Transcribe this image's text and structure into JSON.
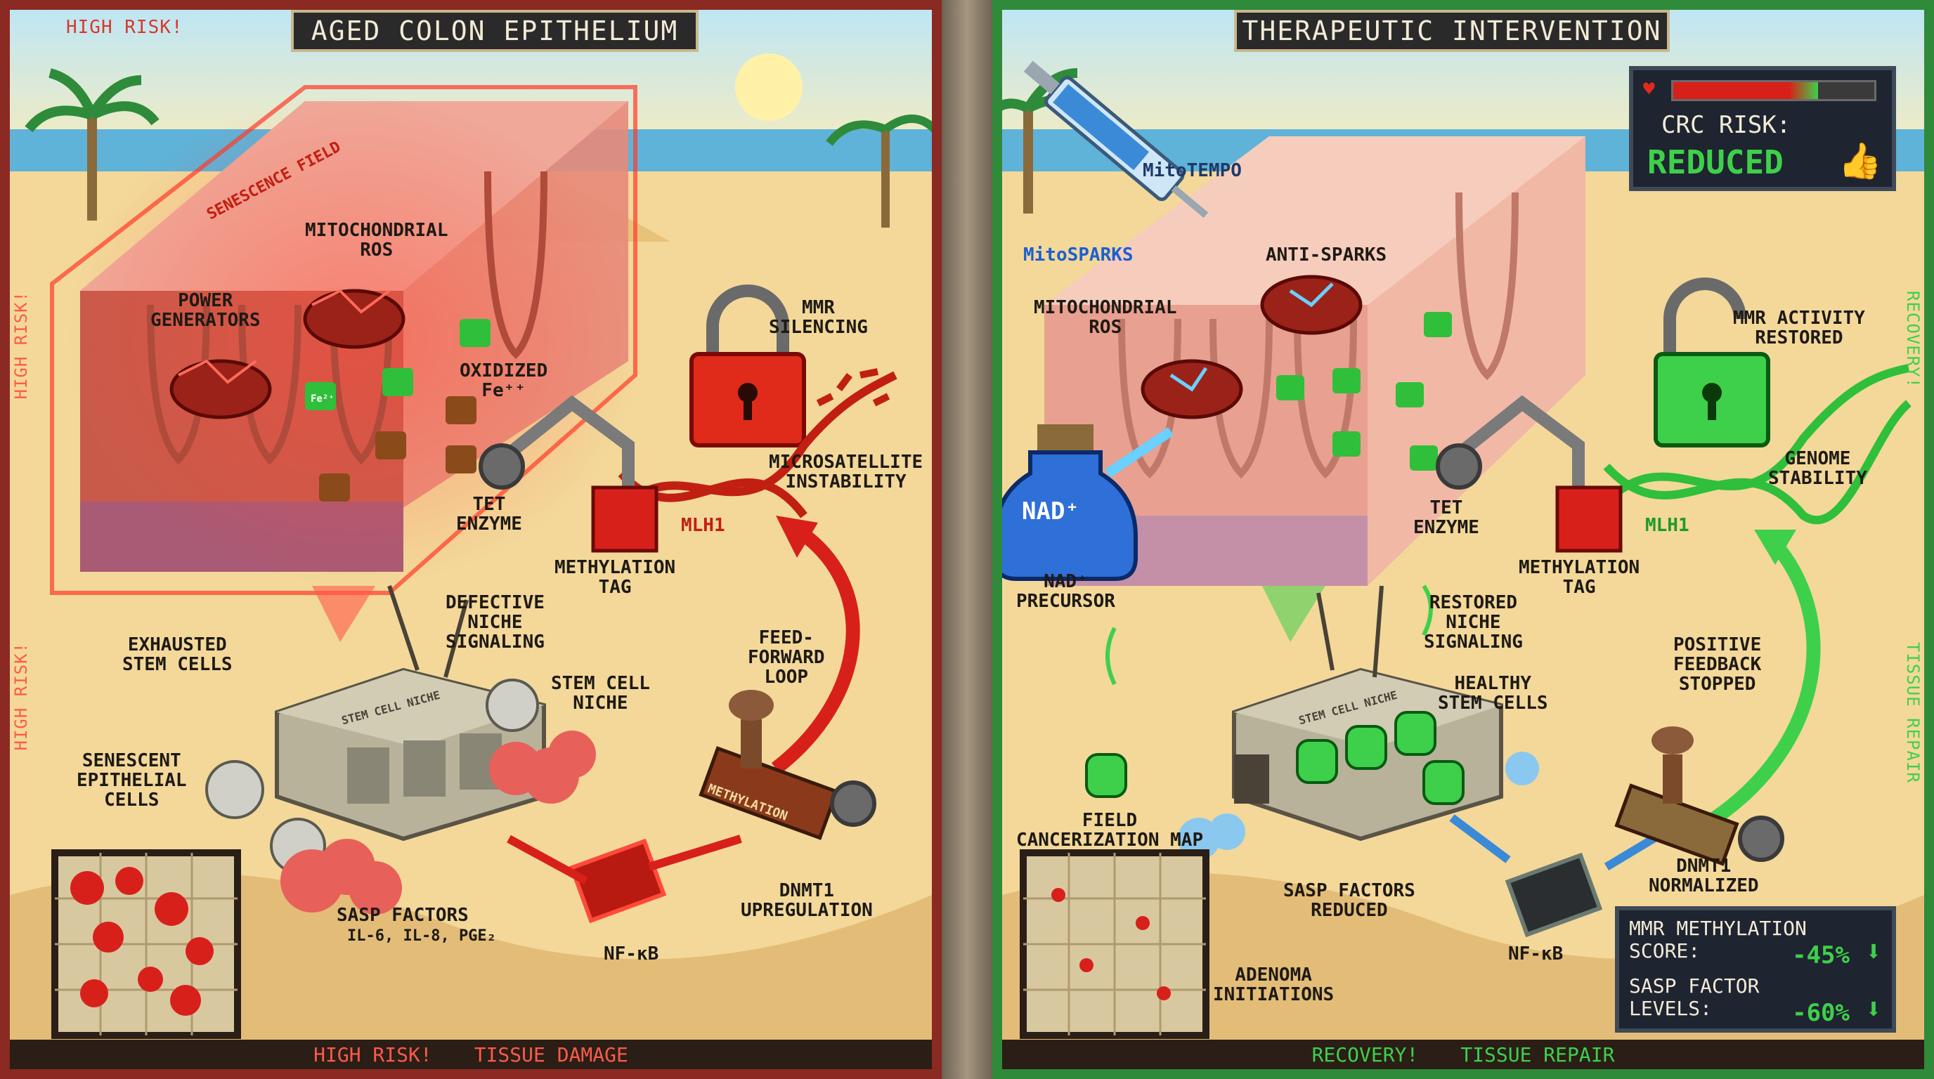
{
  "left": {
    "title": "AGED COLON EPITHELIUM",
    "corner_label": "HIGH RISK!",
    "side_upper": "HIGH RISK!",
    "side_lower": "HIGH RISK!",
    "footer": [
      "HIGH RISK!",
      "TISSUE DAMAGE"
    ],
    "labels": {
      "senescence_field": "SENESCENCE FIELD",
      "mito_ros": "MITOCHONDRIAL\nROS",
      "power_generators": "POWER\nGENERATORS",
      "oxidized": "OXIDIZED\nFe⁺⁺",
      "tet": "TET\nENZYME",
      "methylation_tag": "METHYLATION\nTAG",
      "mlh1": "MLH1",
      "mmr_silencing": "MMR\nSILENCING",
      "msi": "MICROSATELLITE\nINSTABILITY",
      "feed_forward": "FEED-\nFORWARD\nLOOP",
      "defective_niche": "DEFECTIVE\nNICHE\nSIGNALING",
      "exhausted_stem": "EXHAUSTED\nSTEM CELLS",
      "stem_niche": "STEM CELL\nNICHE",
      "senescent_cells": "SENESCENT\nEPITHELIAL\nCELLS",
      "sasp": "SASP FACTORS",
      "sasp_list": "IL-6, IL-8, PGE₂",
      "nfkb": "NF-κB",
      "dnmt1": "DNMT1\nUPREGULATION",
      "stamp": "METHYLATION",
      "bunker": "STEM CELL NICHE",
      "fe_ion": "Fe²⁺"
    }
  },
  "right": {
    "title": "THERAPEUTIC INTERVENTION",
    "side_upper": "RECOVERY!",
    "side_lower": "TISSUE REPAIR",
    "footer": [
      "RECOVERY!",
      "TISSUE REPAIR"
    ],
    "risk_card": {
      "label": "CRC RISK:",
      "value": "REDUCED",
      "health_fraction": 0.72
    },
    "score_card": {
      "mmr_label": "MMR METHYLATION\nSCORE:",
      "mmr_value": "-45%",
      "sasp_label": "SASP FACTOR\nLEVELS:",
      "sasp_value": "-60%"
    },
    "labels": {
      "mitotempo": "MitoTEMPO",
      "mitosparks": "MitoSPARKS",
      "anti_sparks": "ANTI-SPARKS",
      "mito_ros": "MITOCHONDRIAL\nROS",
      "nad": "NAD⁺",
      "nad_precursor": "NAD⁺\nPRECURSOR",
      "tet": "TET\nENZYME",
      "methylation_tag": "METHYLATION\nTAG",
      "mlh1": "MLH1",
      "mmr_restored": "MMR ACTIVITY\nRESTORED",
      "genome_stability": "GENOME\nSTABILITY",
      "positive_feedback": "POSITIVE\nFEEDBACK\nSTOPPED",
      "restored_niche": "RESTORED\nNICHE\nSIGNALING",
      "healthy_stem": "HEALTHY\nSTEM CELLS",
      "field_map": "FIELD\nCANCERIZATION MAP",
      "sasp_reduced": "SASP FACTORS\nREDUCED",
      "nfkb": "NF-κB",
      "dnmt1": "DNMT1\nNORMALIZED",
      "adenoma": "ADENOMA\nINITIATIONS",
      "bunker": "STEM CELL NICHE"
    }
  },
  "colors": {
    "danger": "#d8392c",
    "healthy": "#2fbf3a",
    "sand": "#f4dca0",
    "sea": "#5fb2d8"
  }
}
